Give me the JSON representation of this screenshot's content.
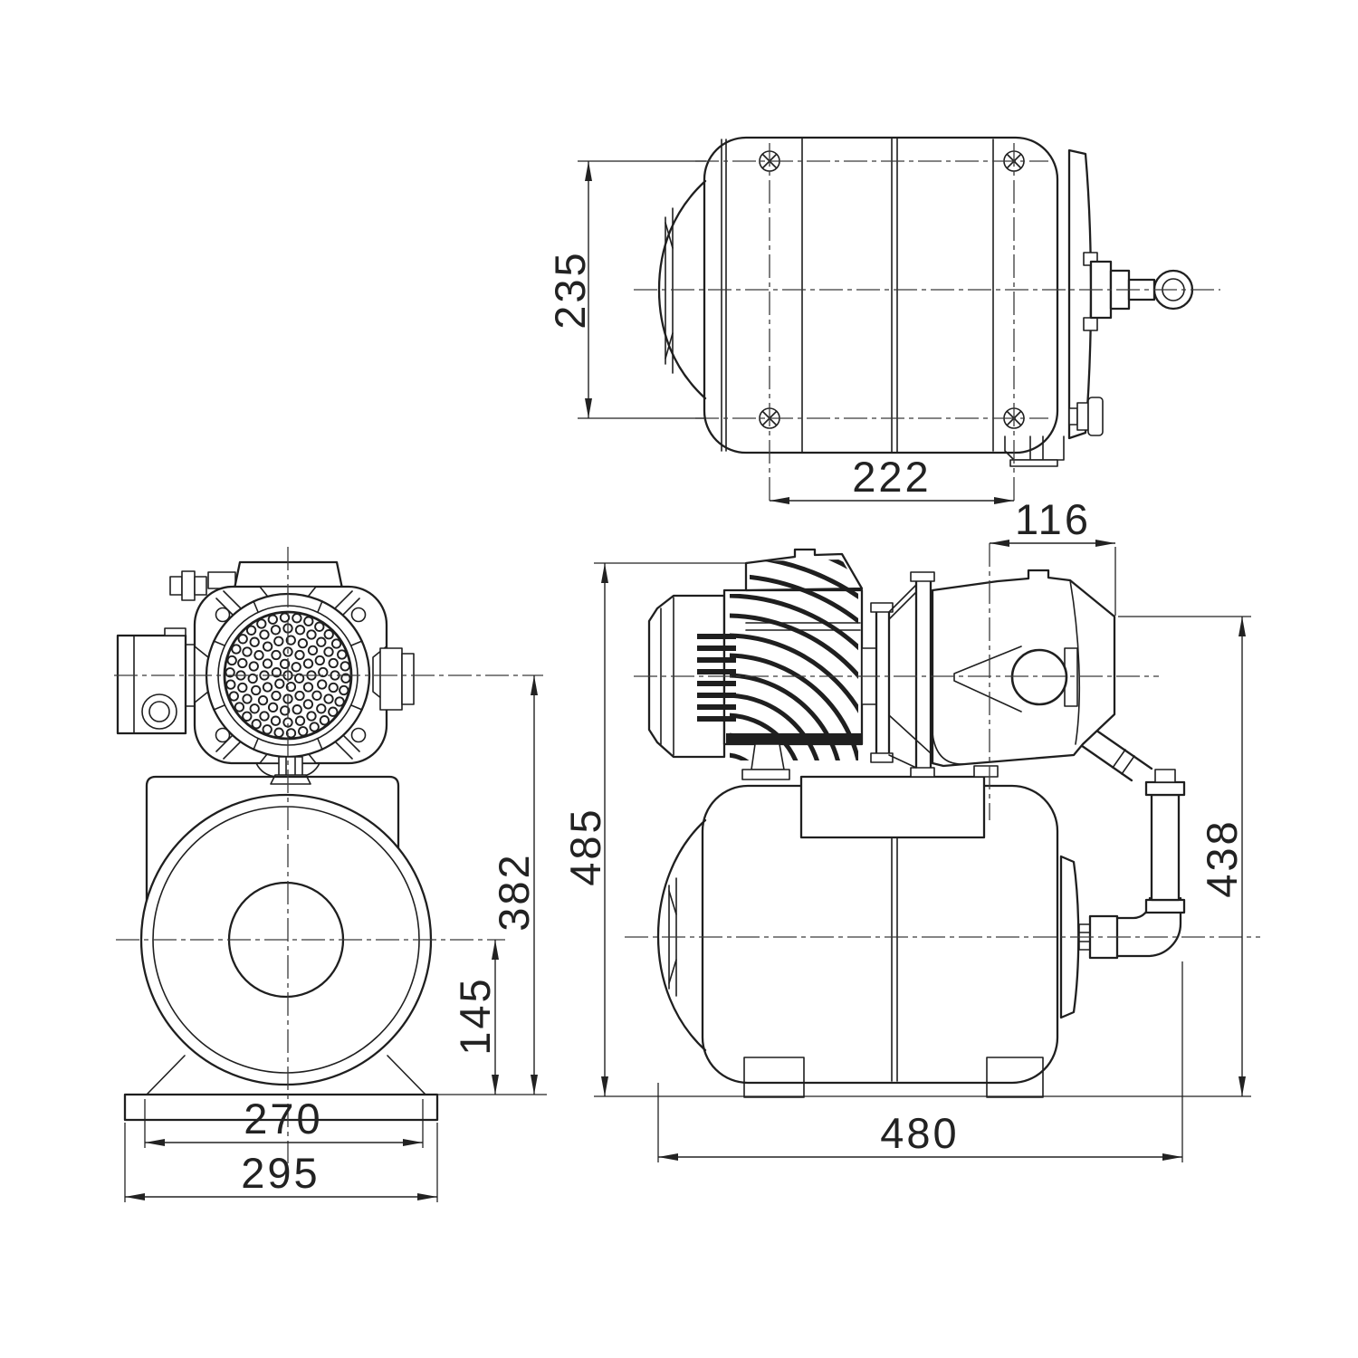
{
  "page": {
    "background": "#ffffff",
    "line_color": "#1f1f1f",
    "drawing_type": "pump-with-pressure-tank-dimension-drawing"
  },
  "dimensions": {
    "top_view": {
      "height": "235",
      "port_spacing": "222"
    },
    "front_view": {
      "overall_height": "382",
      "axis_height": "145",
      "foot_span": "270",
      "base_width": "295"
    },
    "side_view": {
      "head_width": "116",
      "overall_height": "485",
      "assembly_height": "438",
      "overall_length": "480"
    }
  }
}
